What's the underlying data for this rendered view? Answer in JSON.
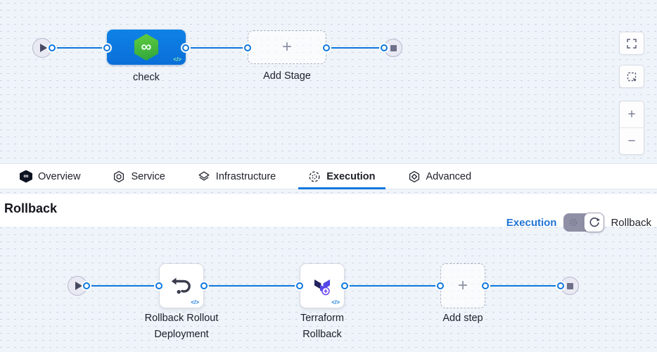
{
  "icons": {
    "infinity": "∞",
    "plus": "+",
    "minus": "−",
    "yaml": "</>"
  },
  "colors": {
    "accent_blue": "#0f77dd",
    "stage_blue": "#0b79e0",
    "harness_green": "#45b649",
    "terraform_indigo": "#24235f",
    "terraform_purple": "#5347e8",
    "toggle_track": "#8f90a6",
    "canvas_bg": "#eff4fa"
  },
  "top_canvas": {
    "stage_label": "check",
    "add_stage_label": "Add Stage"
  },
  "canvas_controls": [
    "fullscreen",
    "marquee-select",
    "zoom-in",
    "zoom-out"
  ],
  "tabs": [
    {
      "label": "Overview",
      "icon": "harness-logo-icon",
      "active": false
    },
    {
      "label": "Service",
      "icon": "service-icon",
      "active": false
    },
    {
      "label": "Infrastructure",
      "icon": "infrastructure-icon",
      "active": false
    },
    {
      "label": "Execution",
      "icon": "execution-icon",
      "active": true
    },
    {
      "label": "Advanced",
      "icon": "advanced-icon",
      "active": false
    }
  ],
  "section": {
    "title": "Rollback",
    "mode_left_label": "Execution",
    "mode_right_label": "Rollback"
  },
  "bottom_canvas": {
    "steps": [
      {
        "line1": "Rollback Rollout",
        "line2": "Deployment",
        "icon": "rollback-arrow-icon"
      },
      {
        "line1": "Terraform",
        "line2": "Rollback",
        "icon": "terraform-icon"
      }
    ],
    "add_step_label": "Add step"
  }
}
